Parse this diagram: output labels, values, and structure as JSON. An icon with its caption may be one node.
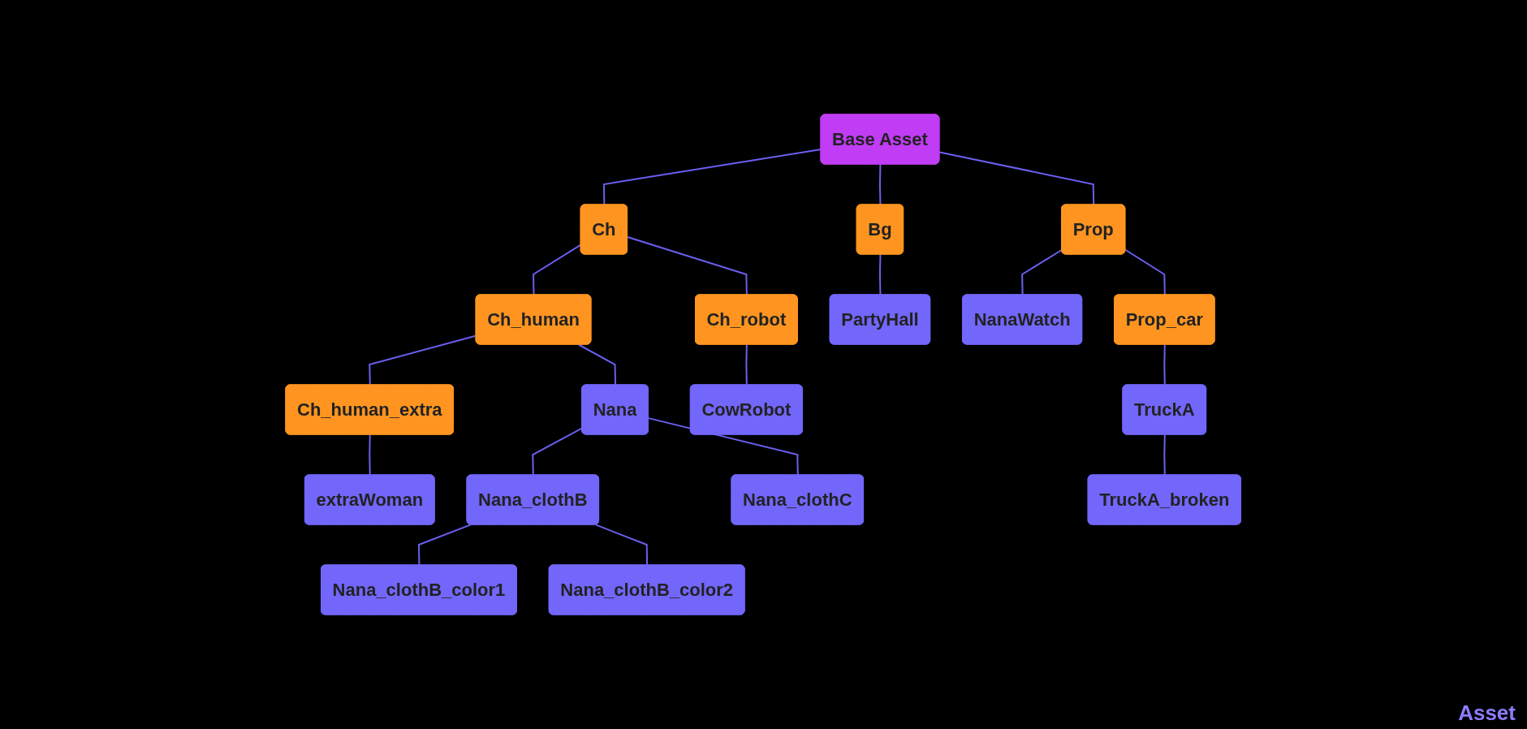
{
  "diagram": {
    "nodes": [
      {
        "text": [
          "Base Asset"
        ]
      },
      {
        "text": [
          "Ch"
        ]
      },
      {
        "text": [
          "Bg"
        ]
      },
      {
        "text": [
          "Prop"
        ]
      },
      {
        "text": [
          "Ch_human"
        ]
      },
      {
        "text": [
          "Ch_robot"
        ]
      },
      {
        "text": [
          "Prop_car"
        ]
      },
      {
        "text": [
          "Ch_human_extra"
        ]
      },
      {
        "text": [
          "Nana"
        ]
      },
      {
        "text": [
          "extraWoman"
        ]
      },
      {
        "text": [
          "CowRobot"
        ]
      },
      {
        "text": [
          "PartyHall"
        ]
      },
      {
        "text": [
          "NanaWatch"
        ]
      },
      {
        "text": [
          "TruckA"
        ]
      },
      {
        "text": [
          "Nana_clothB"
        ]
      },
      {
        "text": [
          "Nana_clothC"
        ]
      },
      {
        "text": [
          "TruckA_broken"
        ]
      },
      {
        "text": [
          "Nana_clothB_color1"
        ]
      },
      {
        "text": [
          "Nana_clothB_color2"
        ]
      }
    ],
    "edges": [
      {
        "from": 0,
        "to": 1,
        "arrow": "none"
      },
      {
        "from": 0,
        "to": 2,
        "arrow": "none"
      },
      {
        "from": 0,
        "to": 3,
        "arrow": "none"
      },
      {
        "from": 1,
        "to": 4,
        "arrow": "none"
      },
      {
        "from": 1,
        "to": 5,
        "arrow": "none"
      },
      {
        "from": 4,
        "to": 7,
        "arrow": "none"
      },
      {
        "from": 4,
        "to": 8,
        "arrow": "none"
      },
      {
        "from": 7,
        "to": 9,
        "arrow": "none"
      },
      {
        "from": 5,
        "to": 10,
        "arrow": "none"
      },
      {
        "from": 2,
        "to": 11,
        "arrow": "none"
      },
      {
        "from": 3,
        "to": 12,
        "arrow": "none"
      },
      {
        "from": 3,
        "to": 6,
        "arrow": "none"
      },
      {
        "from": 6,
        "to": 13,
        "arrow": "none"
      },
      {
        "from": 8,
        "to": 14,
        "arrow": "none"
      },
      {
        "from": 8,
        "to": 15,
        "arrow": "none"
      },
      {
        "from": 13,
        "to": 16,
        "arrow": "none"
      },
      {
        "from": 14,
        "to": 17,
        "arrow": "none"
      },
      {
        "from": 14,
        "to": 18,
        "arrow": "none"
      }
    ],
    "labels": [
      "Asset"
    ]
  }
}
